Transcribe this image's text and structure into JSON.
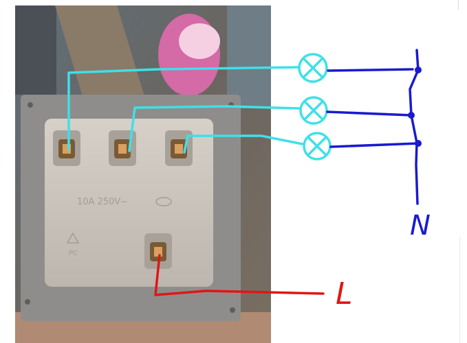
{
  "switch_plate": {
    "rating_label": "10A 250V~",
    "mark_label": "PC",
    "plate_color": "#8f8d8c",
    "face_color": "#c9c2bb",
    "terminal_color": "#b87a3a"
  },
  "wiring": {
    "line_label": "L",
    "neutral_label": "N",
    "line_color": "#e01616",
    "neutral_color": "#1a1ad0",
    "switched_color": "#3fe0e8",
    "lamp_count": 3
  },
  "photo_background": {
    "colors": [
      "#6e6a6e",
      "#e27ab2",
      "#b9a08a",
      "#7a6e61"
    ]
  }
}
